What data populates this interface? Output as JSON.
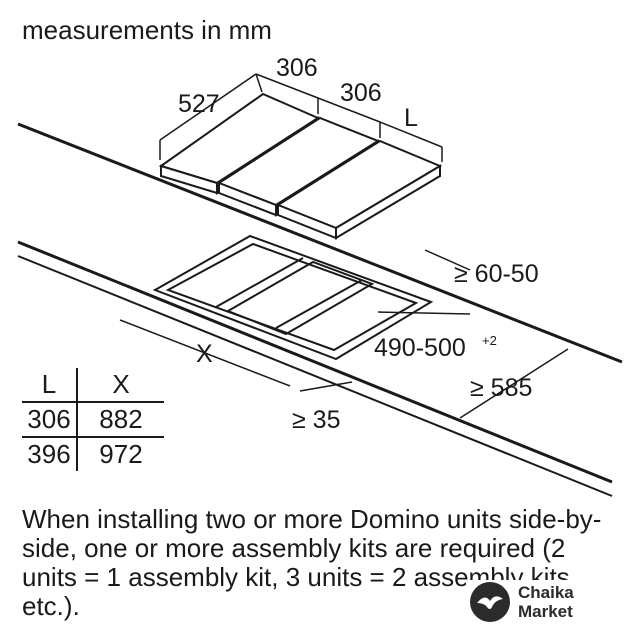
{
  "heading": "measurements in mm",
  "dimensions": {
    "width_1": "306",
    "width_2": "306",
    "depth": "527",
    "unit_width": "L",
    "front_clearance": "≥ 60-50",
    "cutout_depth": "490-500",
    "cutout_depth_tolerance": "+2",
    "cutout_width": "X",
    "worktop_depth": "≥ 585",
    "edge_clearance": "≥ 35"
  },
  "table": {
    "headers": [
      "L",
      "X"
    ],
    "rows": [
      [
        "306",
        "882"
      ],
      [
        "396",
        "972"
      ]
    ]
  },
  "note": "When installing two or more Domino units side-by-side, one or more assembly kits are required (2 units = 1 assembly kit, 3 units = 2 assembly kits, etc.).",
  "watermark": {
    "line1": "Chaika",
    "line2": "Market",
    "icon": "bird-icon"
  }
}
